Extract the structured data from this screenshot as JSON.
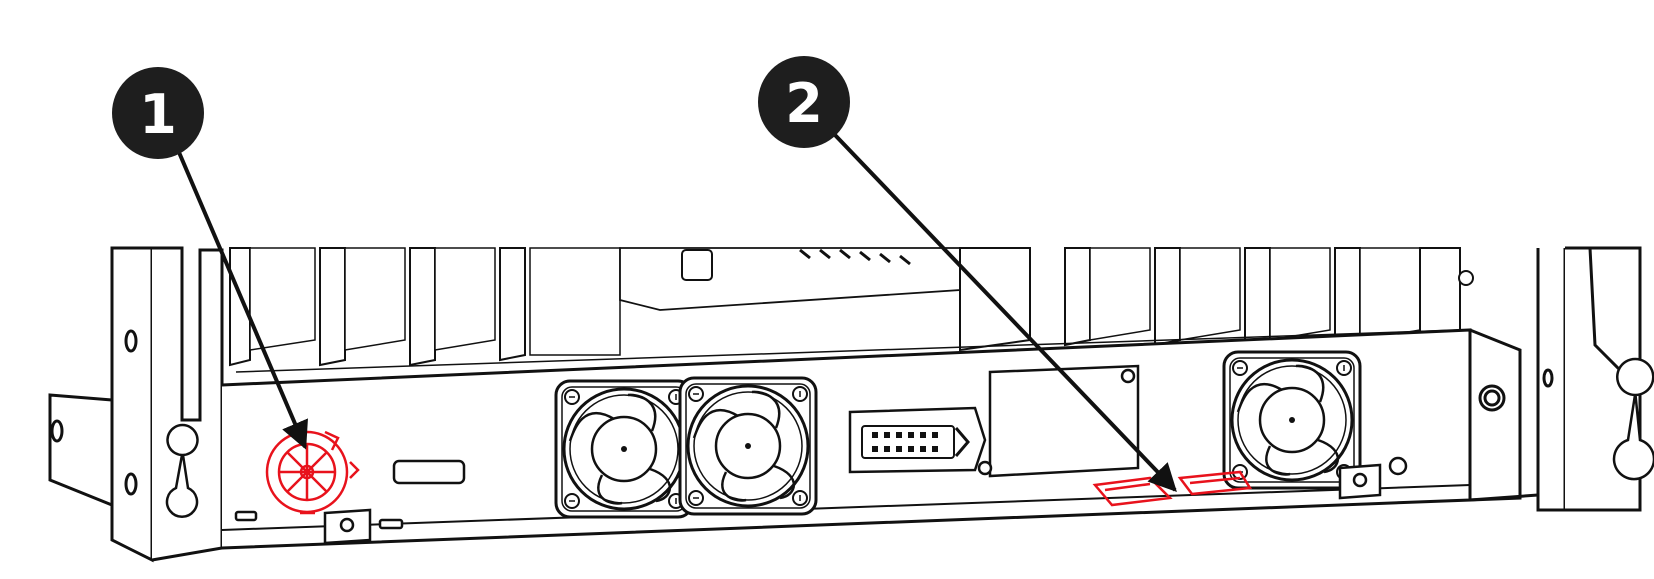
{
  "callouts": [
    {
      "number": "1",
      "target": "red-rotary-component"
    },
    {
      "number": "2",
      "target": "red-slide-rail-latch"
    }
  ],
  "colors": {
    "line": "#111111",
    "highlight": "#e8121c",
    "callout_fill": "#1e1e1e",
    "callout_text": "#ffffff",
    "background": "#ffffff"
  },
  "icons": [
    "fan-icon",
    "connector-icon",
    "arrow-icon"
  ]
}
